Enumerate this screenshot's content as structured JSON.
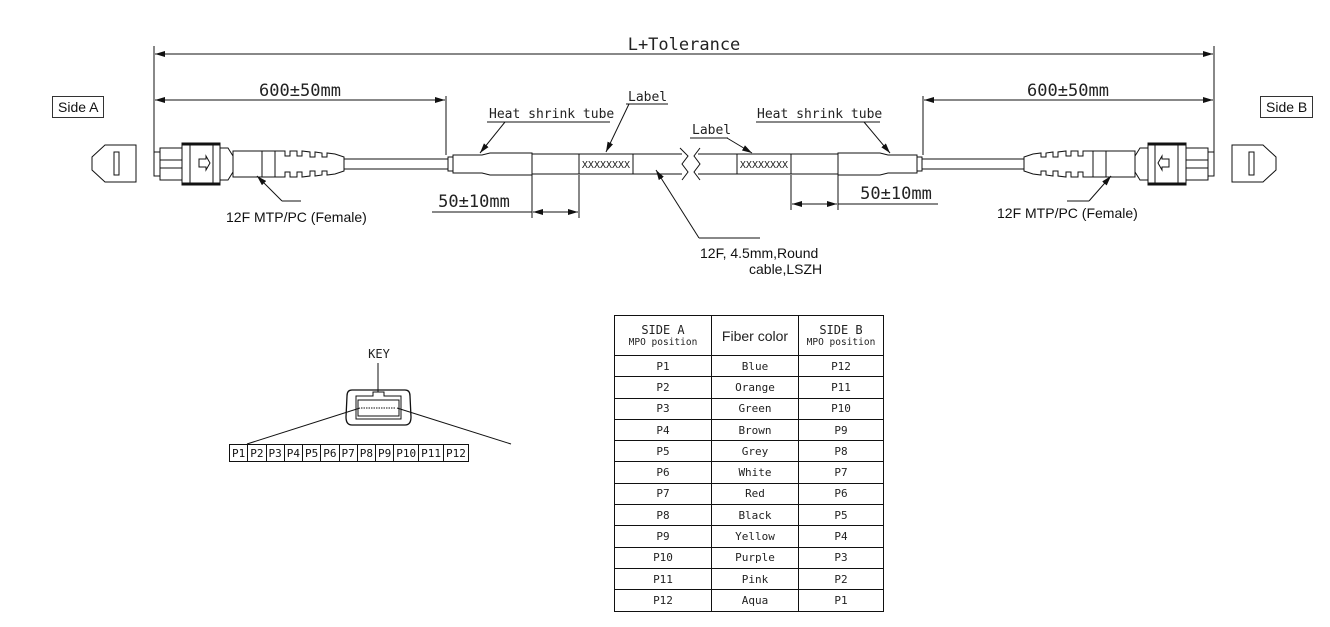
{
  "diagram": {
    "overall_dimension": "L+Tolerance",
    "side_a_label": "Side A",
    "side_b_label": "Side B",
    "side_a_length": "600±50mm",
    "side_b_length": "600±50mm",
    "side_a_label_offset": "50±10mm",
    "side_b_label_offset": "50±10mm",
    "heat_shrink_left": "Heat shrink tube",
    "heat_shrink_right": "Heat shrink tube",
    "label_left": "Label",
    "label_right": "Label",
    "label_text_left": "XXXXXXXX",
    "label_text_right": "XXXXXXXX",
    "connector_a": "12F MTP/PC (Female)",
    "connector_b": "12F MTP/PC (Female)",
    "cable_line1": "12F, 4.5mm,Round",
    "cable_line2": "cable,LSZH"
  },
  "key_view": {
    "key_label": "KEY",
    "positions": [
      "P1",
      "P2",
      "P3",
      "P4",
      "P5",
      "P6",
      "P7",
      "P8",
      "P9",
      "P10",
      "P11",
      "P12"
    ]
  },
  "mapping_table": {
    "headers": {
      "side_a_title": "SIDE A",
      "side_a_sub": "MPO position",
      "fiber_color": "Fiber color",
      "side_b_title": "SIDE B",
      "side_b_sub": "MPO position"
    },
    "rows": [
      {
        "a": "P1",
        "color": "Blue",
        "b": "P12"
      },
      {
        "a": "P2",
        "color": "Orange",
        "b": "P11"
      },
      {
        "a": "P3",
        "color": "Green",
        "b": "P10"
      },
      {
        "a": "P4",
        "color": "Brown",
        "b": "P9"
      },
      {
        "a": "P5",
        "color": "Grey",
        "b": "P8"
      },
      {
        "a": "P6",
        "color": "White",
        "b": "P7"
      },
      {
        "a": "P7",
        "color": "Red",
        "b": "P6"
      },
      {
        "a": "P8",
        "color": "Black",
        "b": "P5"
      },
      {
        "a": "P9",
        "color": "Yellow",
        "b": "P4"
      },
      {
        "a": "P10",
        "color": "Purple",
        "b": "P3"
      },
      {
        "a": "P11",
        "color": "Pink",
        "b": "P2"
      },
      {
        "a": "P12",
        "color": "Aqua",
        "b": "P1"
      }
    ]
  }
}
